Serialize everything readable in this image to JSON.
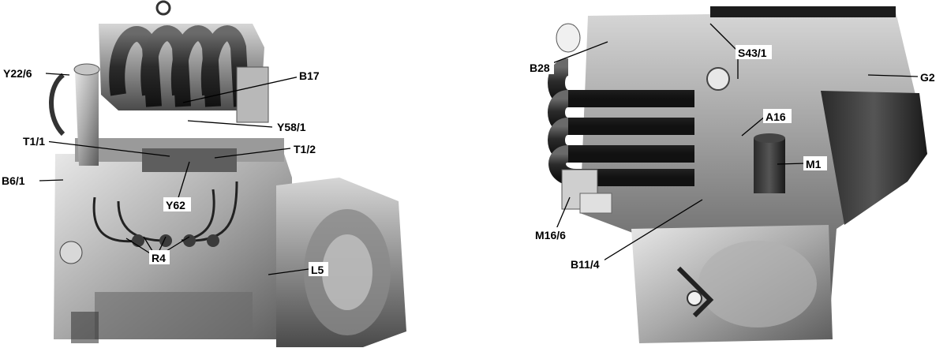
{
  "labels_left": {
    "y22_6": "Y22/6",
    "b17": "B17",
    "y58_1": "Y58/1",
    "t1_1": "T1/1",
    "t1_2": "T1/2",
    "b6_1": "B6/1",
    "y62": "Y62",
    "r4": "R4",
    "l5": "L5"
  },
  "labels_right": {
    "b28": "B28",
    "s43_1": "S43/1",
    "g2": "G2",
    "a16": "A16",
    "m1": "M1",
    "m16_6": "M16/6",
    "b11_4": "B11/4"
  }
}
